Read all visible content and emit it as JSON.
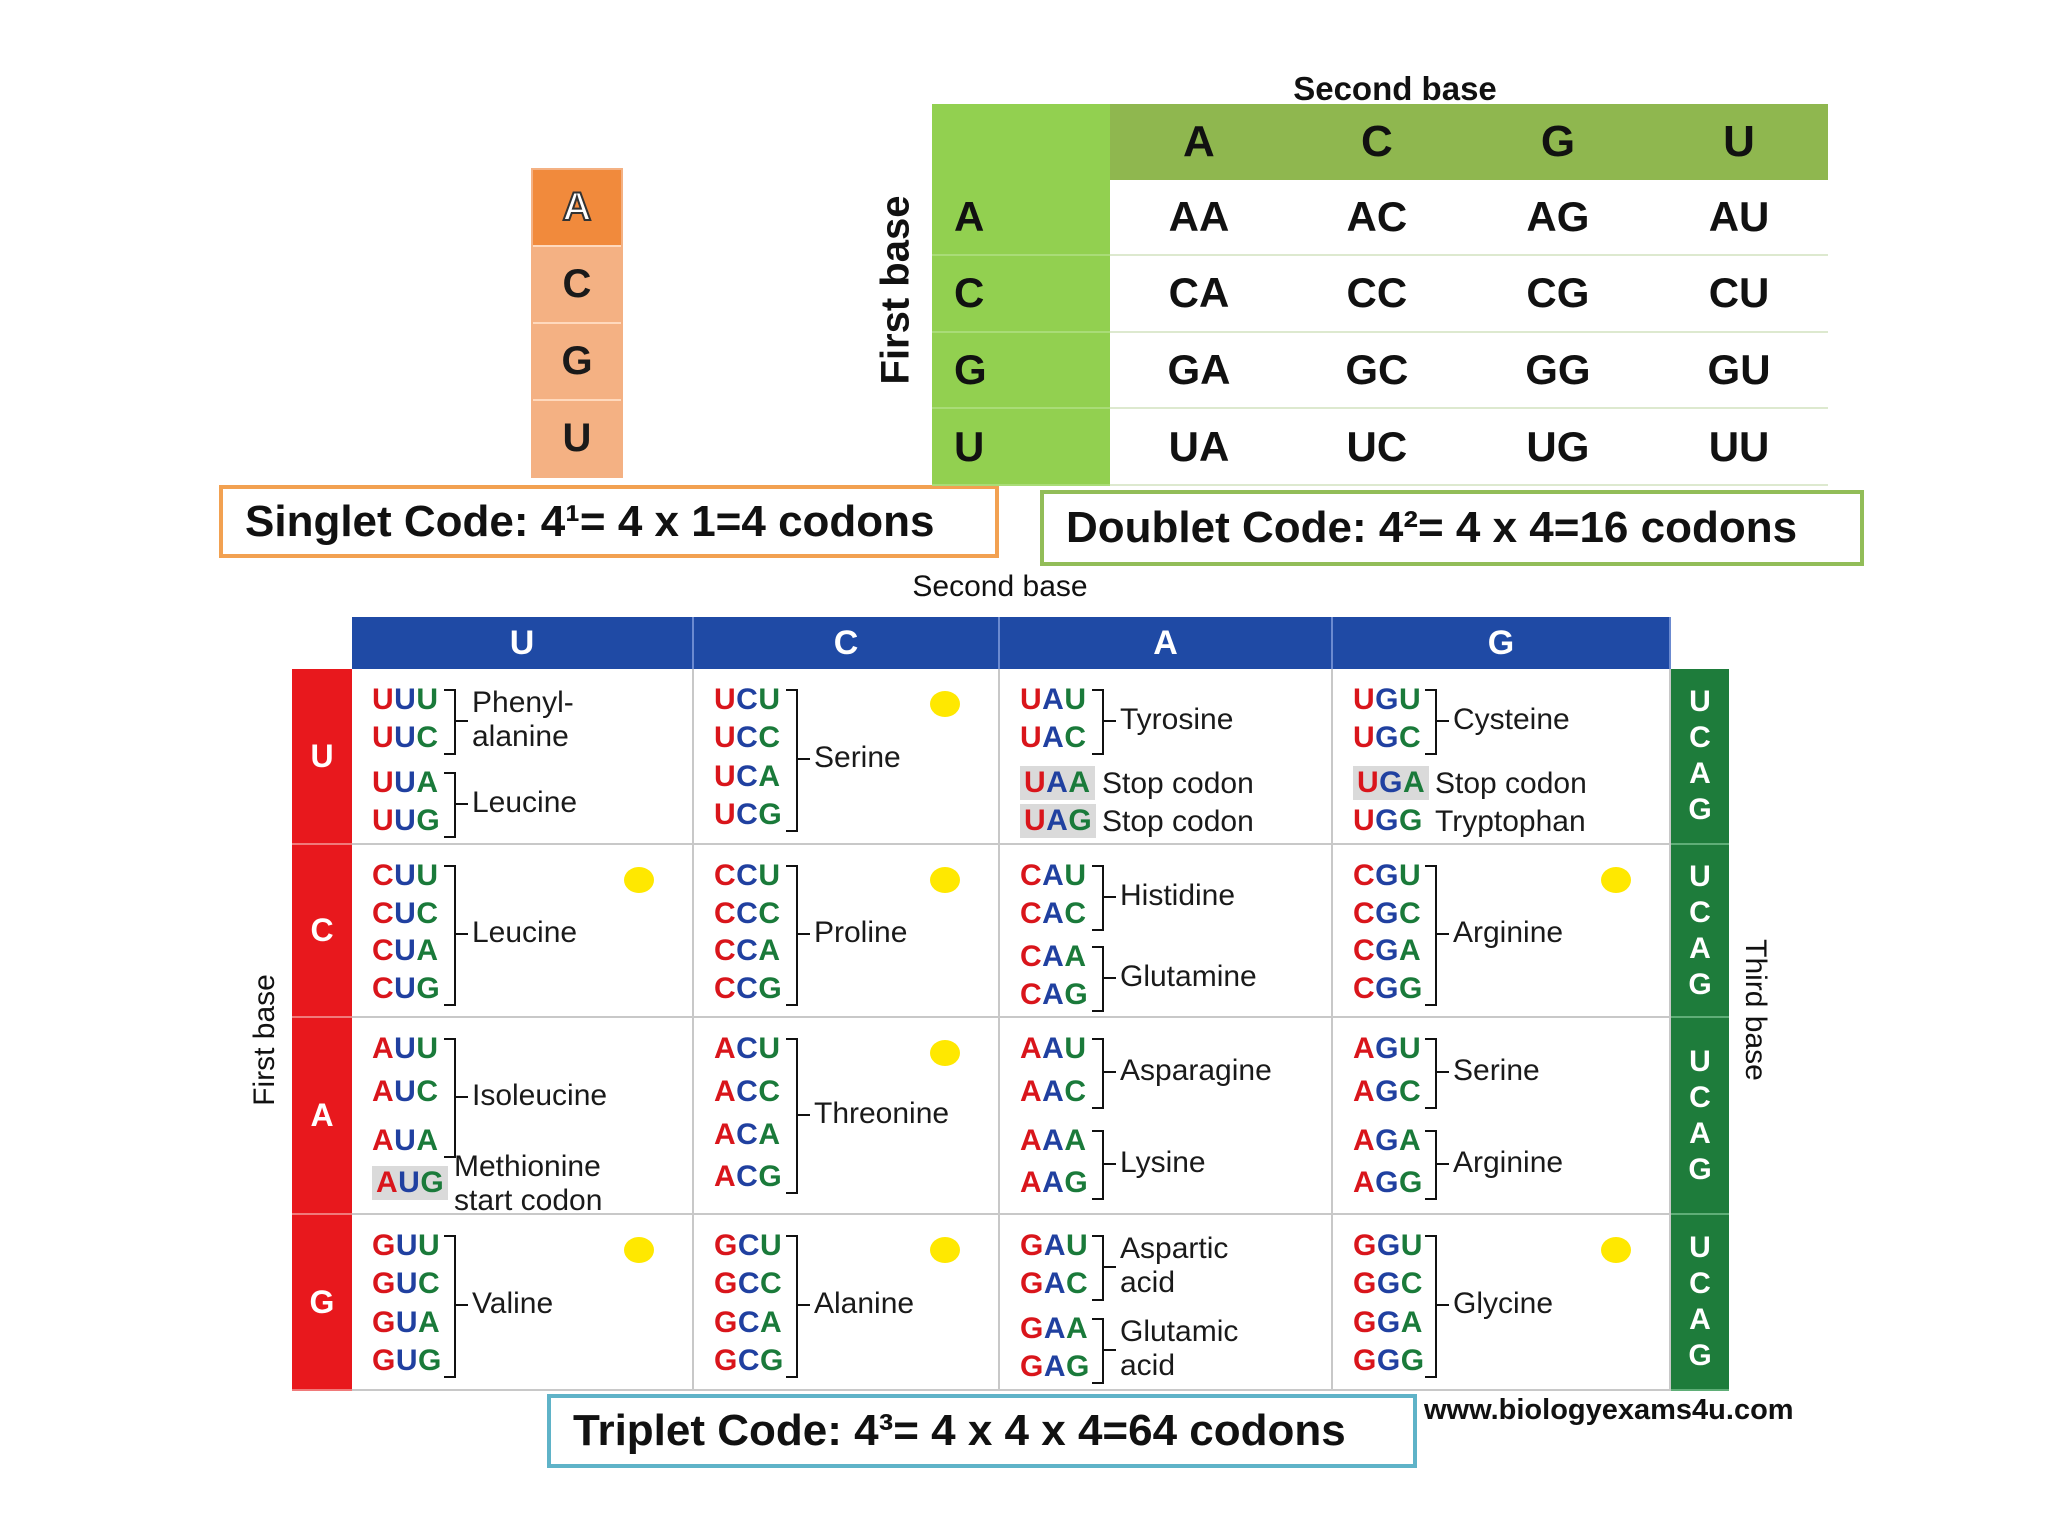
{
  "singlet": {
    "bases": [
      "A",
      "C",
      "G",
      "U"
    ],
    "caption": "Singlet Code: 4¹= 4 x 1=4 codons"
  },
  "doublet": {
    "title": "Second base",
    "first_base_label": "First base",
    "columns": [
      "A",
      "C",
      "G",
      "U"
    ],
    "rows": [
      {
        "base": "A",
        "cells": [
          "AA",
          "AC",
          "AG",
          "AU"
        ]
      },
      {
        "base": "C",
        "cells": [
          "CA",
          "CC",
          "CG",
          "CU"
        ]
      },
      {
        "base": "G",
        "cells": [
          "GA",
          "GC",
          "GG",
          "GU"
        ]
      },
      {
        "base": "U",
        "cells": [
          "UA",
          "UC",
          "UG",
          "UU"
        ]
      }
    ],
    "caption": "Doublet Code: 4²= 4 x 4=16 codons"
  },
  "triplet": {
    "second_base_label": "Second base",
    "first_base_label": "First base",
    "third_base_label": "Third base",
    "columns": [
      "U",
      "C",
      "A",
      "G"
    ],
    "rows": [
      "U",
      "C",
      "A",
      "G"
    ],
    "third_base_letters": [
      "U",
      "C",
      "A",
      "G"
    ],
    "cells": [
      [
        {
          "codons": [
            "UUU",
            "UUC",
            "UUA",
            "UUG"
          ],
          "labels": [
            "Phenyl-\nalanine",
            "Leucine"
          ]
        },
        {
          "codons": [
            "UCU",
            "UCC",
            "UCA",
            "UCG"
          ],
          "labels": [
            "Serine"
          ]
        },
        {
          "codons": [
            "UAU",
            "UAC",
            "UAA",
            "UAG"
          ],
          "labels": [
            "Tyrosine",
            "Stop codon",
            "Stop codon"
          ]
        },
        {
          "codons": [
            "UGU",
            "UGC",
            "UGA",
            "UGG"
          ],
          "labels": [
            "Cysteine",
            "Stop codon",
            "Tryptophan"
          ]
        }
      ],
      [
        {
          "codons": [
            "CUU",
            "CUC",
            "CUA",
            "CUG"
          ],
          "labels": [
            "Leucine"
          ]
        },
        {
          "codons": [
            "CCU",
            "CCC",
            "CCA",
            "CCG"
          ],
          "labels": [
            "Proline"
          ]
        },
        {
          "codons": [
            "CAU",
            "CAC",
            "CAA",
            "CAG"
          ],
          "labels": [
            "Histidine",
            "Glutamine"
          ]
        },
        {
          "codons": [
            "CGU",
            "CGC",
            "CGA",
            "CGG"
          ],
          "labels": [
            "Arginine"
          ]
        }
      ],
      [
        {
          "codons": [
            "AUU",
            "AUC",
            "AUA",
            "AUG"
          ],
          "labels": [
            "Isoleucine",
            "Methionine\nstart codon"
          ]
        },
        {
          "codons": [
            "ACU",
            "ACC",
            "ACA",
            "ACG"
          ],
          "labels": [
            "Threonine"
          ]
        },
        {
          "codons": [
            "AAU",
            "AAC",
            "AAA",
            "AAG"
          ],
          "labels": [
            "Asparagine",
            "Lysine"
          ]
        },
        {
          "codons": [
            "AGU",
            "AGC",
            "AGA",
            "AGG"
          ],
          "labels": [
            "Serine",
            "Arginine"
          ]
        }
      ],
      [
        {
          "codons": [
            "GUU",
            "GUC",
            "GUA",
            "GUG"
          ],
          "labels": [
            "Valine"
          ]
        },
        {
          "codons": [
            "GCU",
            "GCC",
            "GCA",
            "GCG"
          ],
          "labels": [
            "Alanine"
          ]
        },
        {
          "codons": [
            "GAU",
            "GAC",
            "GAA",
            "GAG"
          ],
          "labels": [
            "Aspartic\nacid",
            "Glutamic\nacid"
          ]
        },
        {
          "codons": [
            "GGU",
            "GGC",
            "GGA",
            "GGG"
          ],
          "labels": [
            "Glycine"
          ]
        }
      ]
    ],
    "caption": "Triplet Code: 4³= 4 x 4 x 4=64 codons"
  },
  "website": "www.biologyexams4u.com",
  "colors": {
    "singlet_orange": "#f18a3c",
    "doublet_green": "#92d050",
    "triplet_header_blue": "#1f4aa5",
    "first_base_red": "#e8181d",
    "third_base_green": "#1e7c3b",
    "dot_yellow": "#ffe800"
  }
}
